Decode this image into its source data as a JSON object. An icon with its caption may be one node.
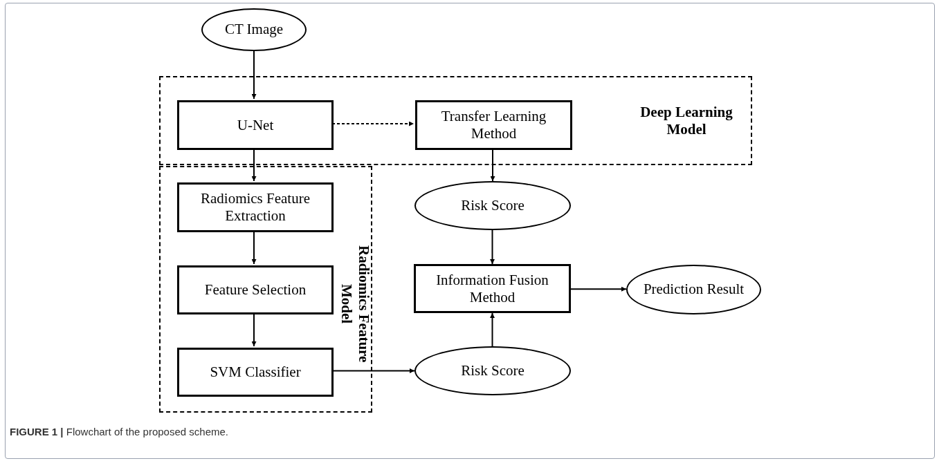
{
  "diagram": {
    "caption": "**FIGURE 1 |** Flowchart of the proposed scheme.",
    "nodes": [
      {
        "text": [
          "CT Image"
        ]
      },
      {
        "text": [
          "Deep Learning Model"
        ]
      },
      {
        "text": [
          "U-Net"
        ],
        "in": 1
      },
      {
        "text": [
          "Transfer Learning Method"
        ],
        "in": 1
      },
      {
        "text": [
          "Radiomics Feature Model"
        ]
      },
      {
        "text": [
          "Radiomics Feature Extraction"
        ],
        "in": 4
      },
      {
        "text": [
          "Feature Selection"
        ],
        "in": 4
      },
      {
        "text": [
          "SVM Classifier"
        ],
        "in": 4
      },
      {
        "text": [
          "Risk Score"
        ]
      },
      {
        "text": [
          "Information Fusion Method"
        ]
      },
      {
        "text": [
          "Prediction Result"
        ]
      },
      {
        "text": [
          "Risk Score"
        ]
      }
    ],
    "edges": [
      {
        "from": 0,
        "to": 2,
        "arrow": "to"
      },
      {
        "from": 2,
        "to": 3,
        "arrow": "to",
        "style": "dashed"
      },
      {
        "from": 2,
        "to": 5,
        "arrow": "to"
      },
      {
        "from": 3,
        "to": 8,
        "arrow": "to"
      },
      {
        "from": 5,
        "to": 6,
        "arrow": "to"
      },
      {
        "from": 6,
        "to": 7,
        "arrow": "to"
      },
      {
        "from": 7,
        "to": 11,
        "arrow": "to"
      },
      {
        "from": 8,
        "to": 9,
        "arrow": "to"
      },
      {
        "from": 11,
        "to": 9,
        "arrow": "to"
      },
      {
        "from": 9,
        "to": 10,
        "arrow": "to"
      }
    ]
  }
}
